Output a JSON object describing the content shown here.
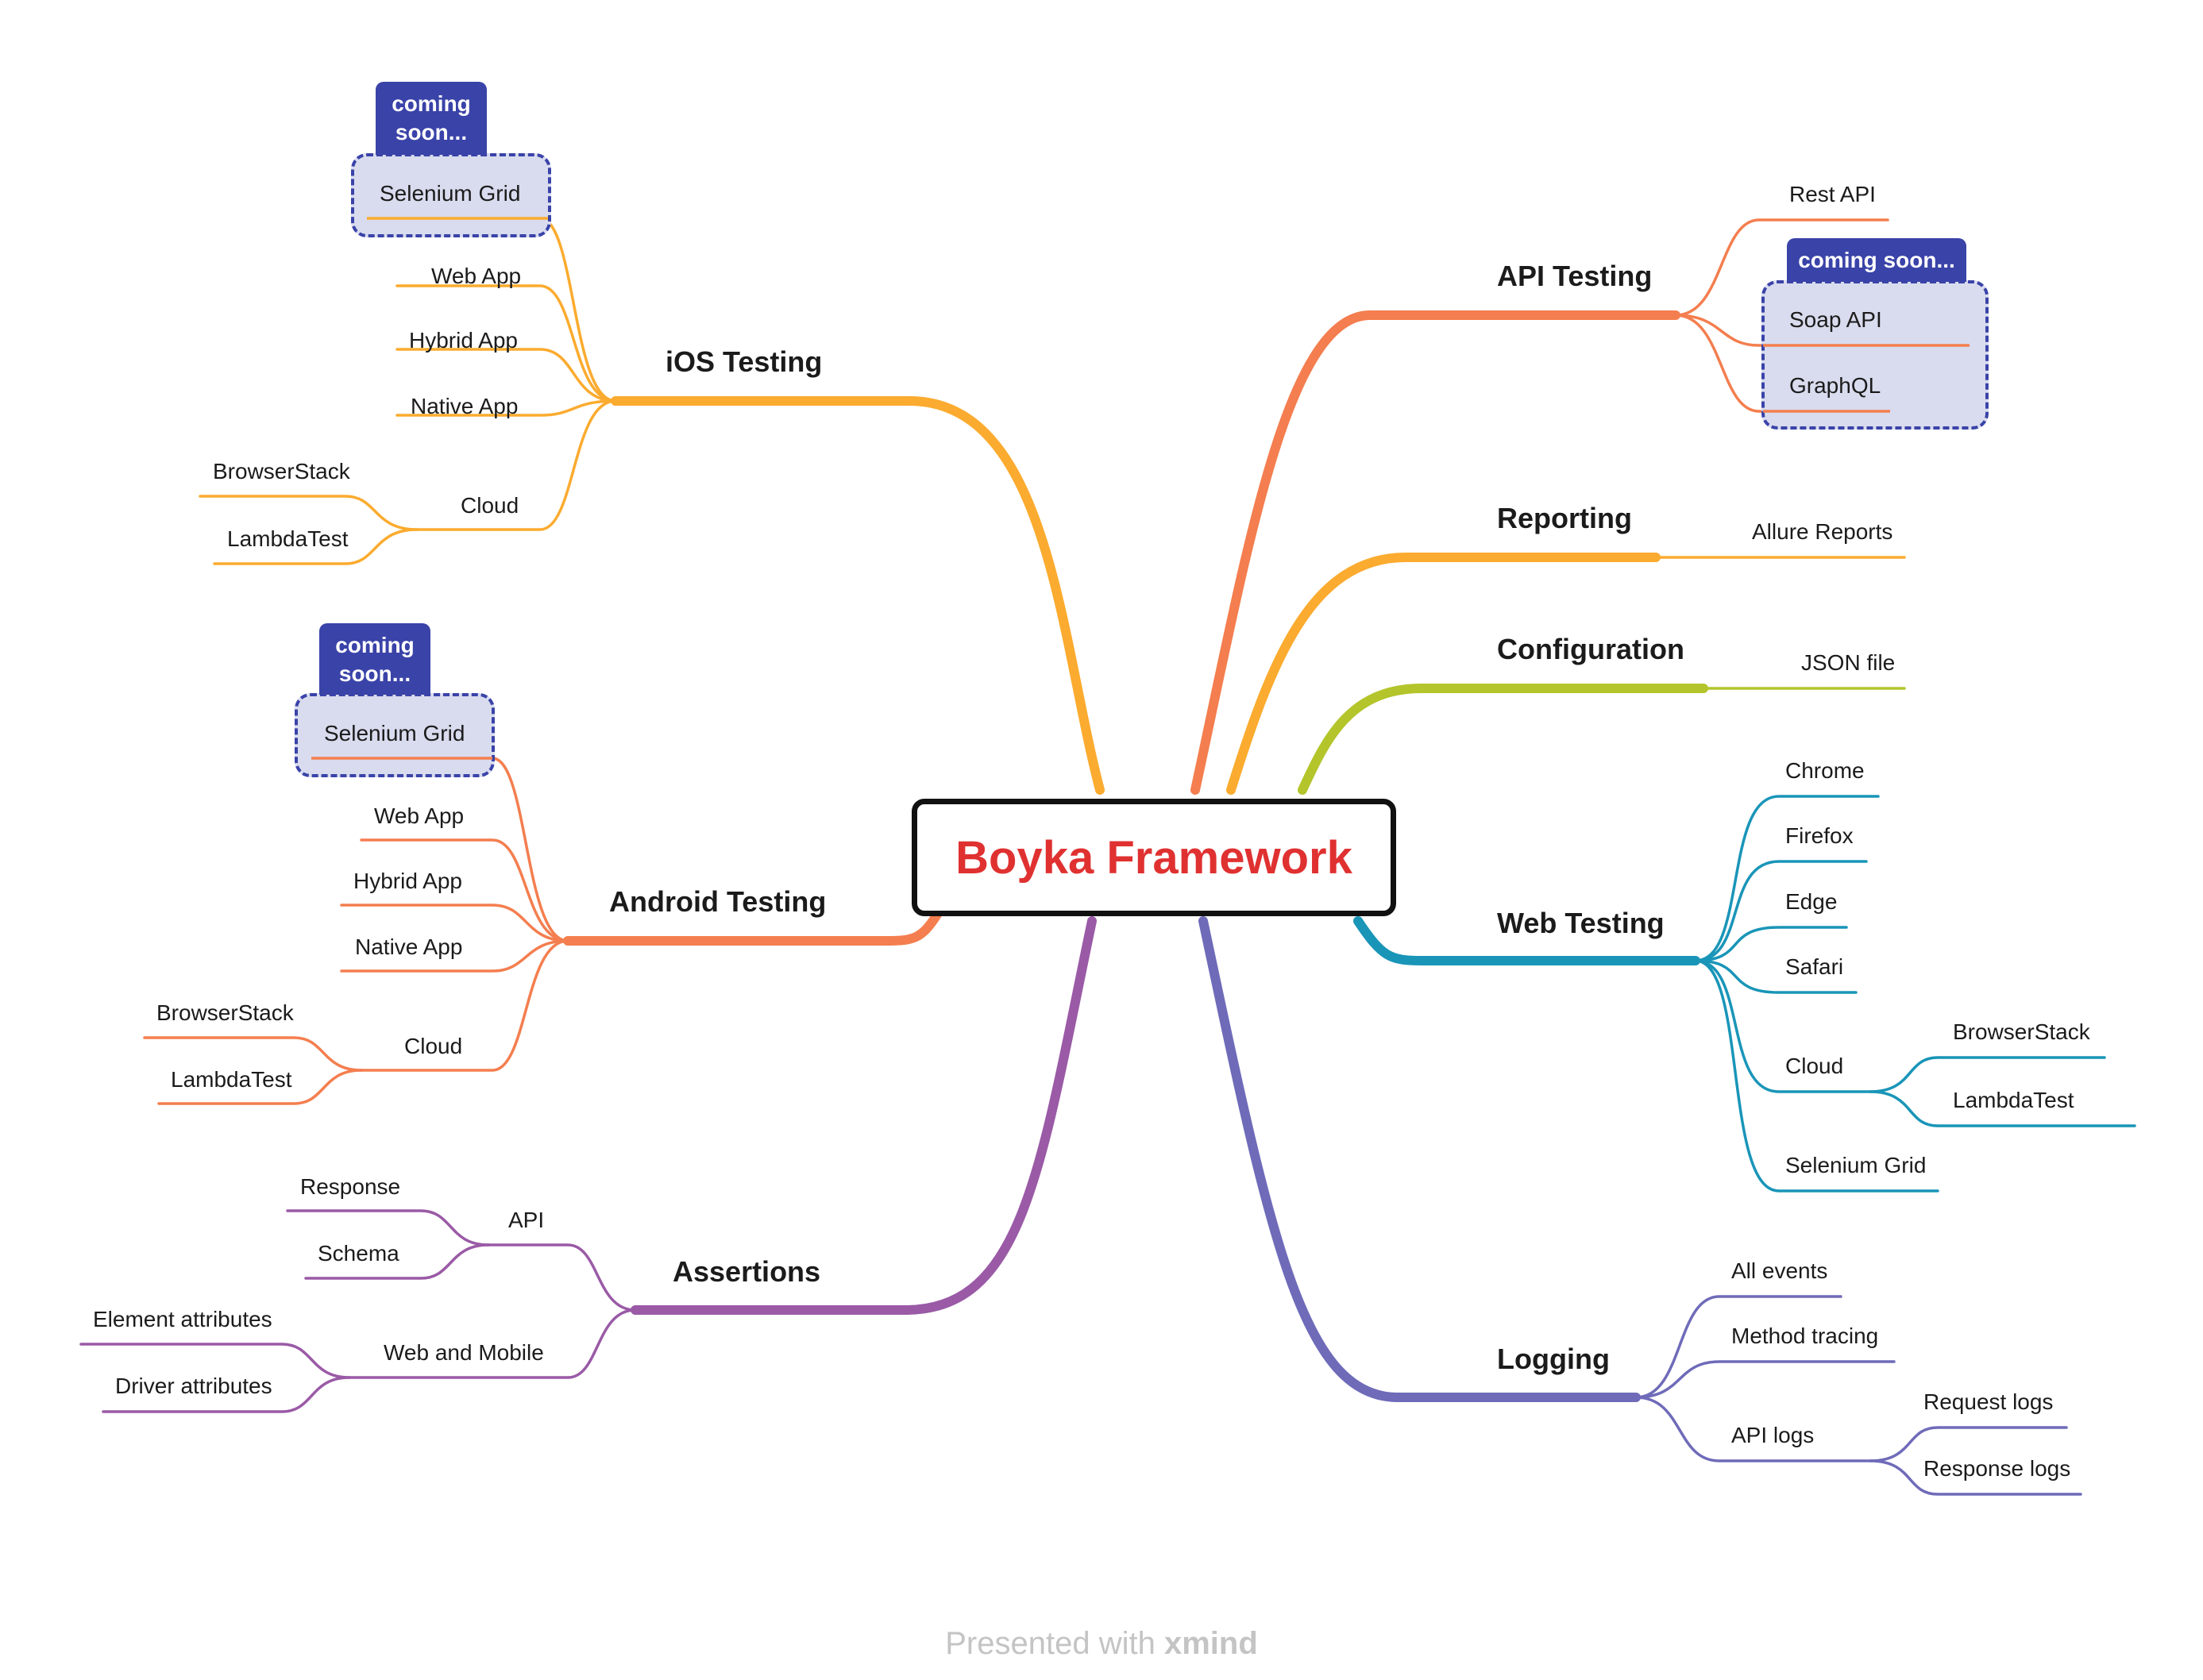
{
  "center": {
    "title": "Boyka Framework",
    "border_color": "#111111",
    "text_color": "#e03131"
  },
  "colors": {
    "ios": "#fbab2f",
    "android": "#f47e4f",
    "assertions": "#9a5aa6",
    "api": "#f47e4f",
    "reporting": "#fbab2f",
    "configuration": "#b3c52a",
    "web": "#1995b8",
    "logging": "#6f6bb9",
    "badge": "#3a43a8",
    "group_fill": "#d9dcee"
  },
  "ios": {
    "title": "iOS Testing",
    "badge": "coming soon...",
    "selenium": "Selenium Grid",
    "web_app": "Web App",
    "hybrid_app": "Hybrid App",
    "native_app": "Native App",
    "cloud": "Cloud",
    "browserstack": "BrowserStack",
    "lambdatest": "LambdaTest"
  },
  "android": {
    "title": "Android Testing",
    "badge": "coming soon...",
    "selenium": "Selenium Grid",
    "web_app": "Web App",
    "hybrid_app": "Hybrid App",
    "native_app": "Native App",
    "cloud": "Cloud",
    "browserstack": "BrowserStack",
    "lambdatest": "LambdaTest"
  },
  "assertions": {
    "title": "Assertions",
    "api": "API",
    "response": "Response",
    "schema": "Schema",
    "web_mobile": "Web and Mobile",
    "element_attributes": "Element attributes",
    "driver_attributes": "Driver attributes"
  },
  "api": {
    "title": "API Testing",
    "rest": "Rest API",
    "badge": "coming soon...",
    "soap": "Soap API",
    "graphql": "GraphQL"
  },
  "reporting": {
    "title": "Reporting",
    "allure": "Allure Reports"
  },
  "configuration": {
    "title": "Configuration",
    "json": "JSON file"
  },
  "web": {
    "title": "Web Testing",
    "chrome": "Chrome",
    "firefox": "Firefox",
    "edge": "Edge",
    "safari": "Safari",
    "cloud": "Cloud",
    "browserstack": "BrowserStack",
    "lambdatest": "LambdaTest",
    "selenium": "Selenium Grid"
  },
  "logging": {
    "title": "Logging",
    "all_events": "All events",
    "method_tracing": "Method tracing",
    "api_logs": "API logs",
    "request_logs": "Request logs",
    "response_logs": "Response logs"
  },
  "footer": {
    "prefix": "Presented with ",
    "brand": "xmind"
  }
}
